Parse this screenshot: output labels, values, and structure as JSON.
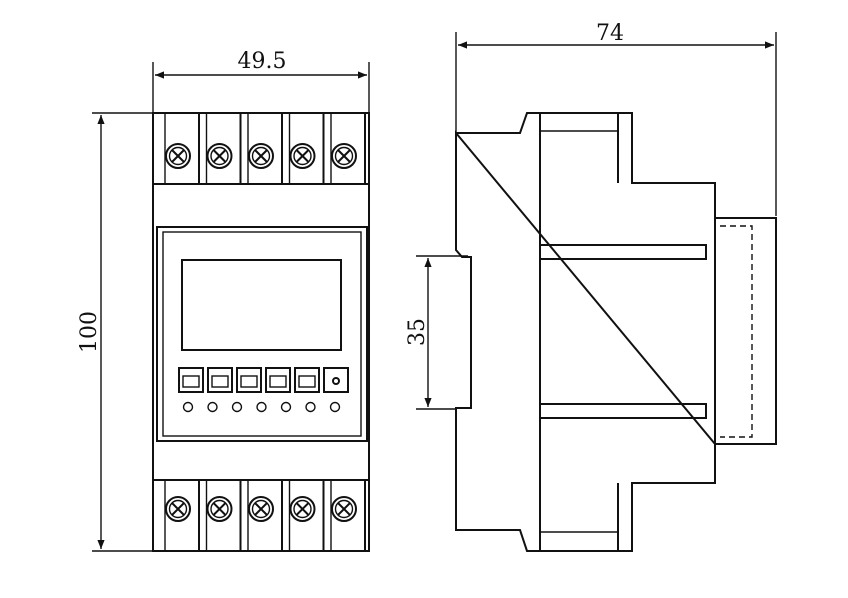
{
  "dimensions": {
    "front_width": "49.5",
    "front_height": "100",
    "side_depth": "74",
    "rail_height": "35"
  },
  "front_panel": {
    "terminal_count_top": 5,
    "terminal_count_bottom": 5,
    "button_count": 5,
    "led_count": 7
  }
}
